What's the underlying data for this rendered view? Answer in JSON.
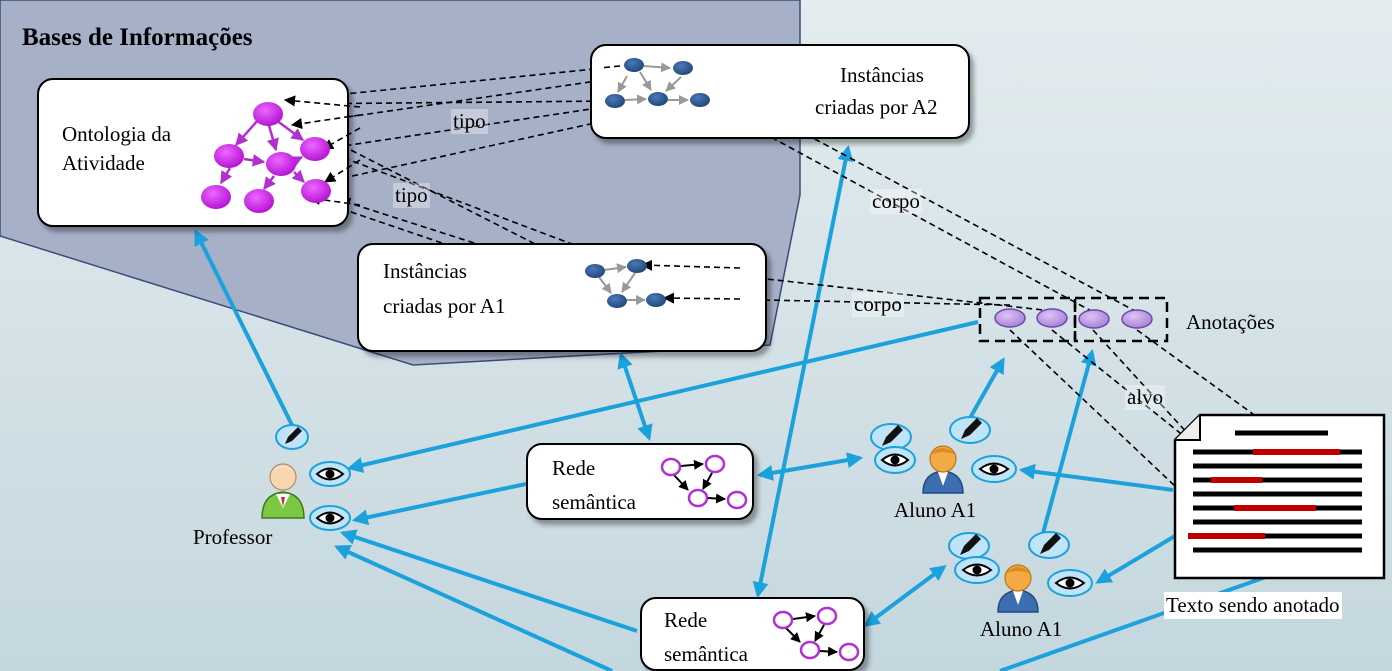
{
  "title": "Bases de Informações",
  "ontology_box": {
    "label_line1": "Ontologia da",
    "label_line2": "Atividade"
  },
  "instances_a2": {
    "line1": "Instâncias",
    "line2": "criadas por A2"
  },
  "instances_a1": {
    "line1": "Instâncias",
    "line2": "criadas por A1"
  },
  "semantic_net_1": {
    "line1": "Rede",
    "line2": "semântica"
  },
  "semantic_net_2": {
    "line1": "Rede",
    "line2": "semântica"
  },
  "edge_labels": {
    "tipo_top": "tipo",
    "tipo_mid": "tipo",
    "corpo_top": "corpo",
    "corpo_mid": "corpo",
    "alvo": "alvo"
  },
  "annotations_label": "Anotações",
  "actors": {
    "professor": "Professor",
    "student_top": "Aluno A1",
    "student_bottom": "Aluno A1"
  },
  "document_label": "Texto sendo anotado",
  "colors": {
    "arrow_blue": "#1ba1dc",
    "node_purple": "#cc33e6",
    "node_dark": "#2d5d96",
    "base_panel": "#a6b0c7",
    "highlight_red": "#c00000"
  }
}
